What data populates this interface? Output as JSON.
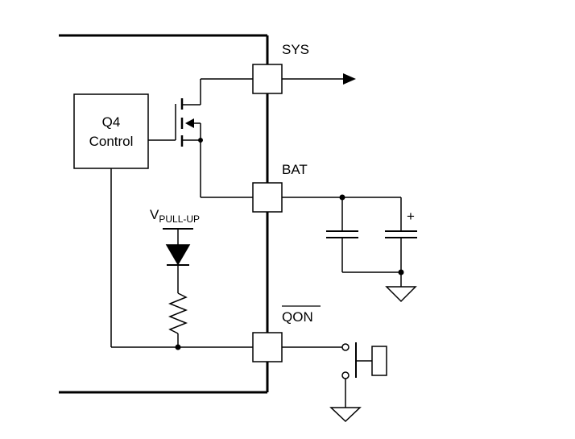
{
  "pins": {
    "sys": "SYS",
    "bat": "BAT",
    "qon": "QON"
  },
  "control_block": {
    "line1": "Q4",
    "line2": "Control"
  },
  "pullup": {
    "prefix": "V",
    "subscript": "PULL-UP"
  },
  "cap_polarity": "+"
}
